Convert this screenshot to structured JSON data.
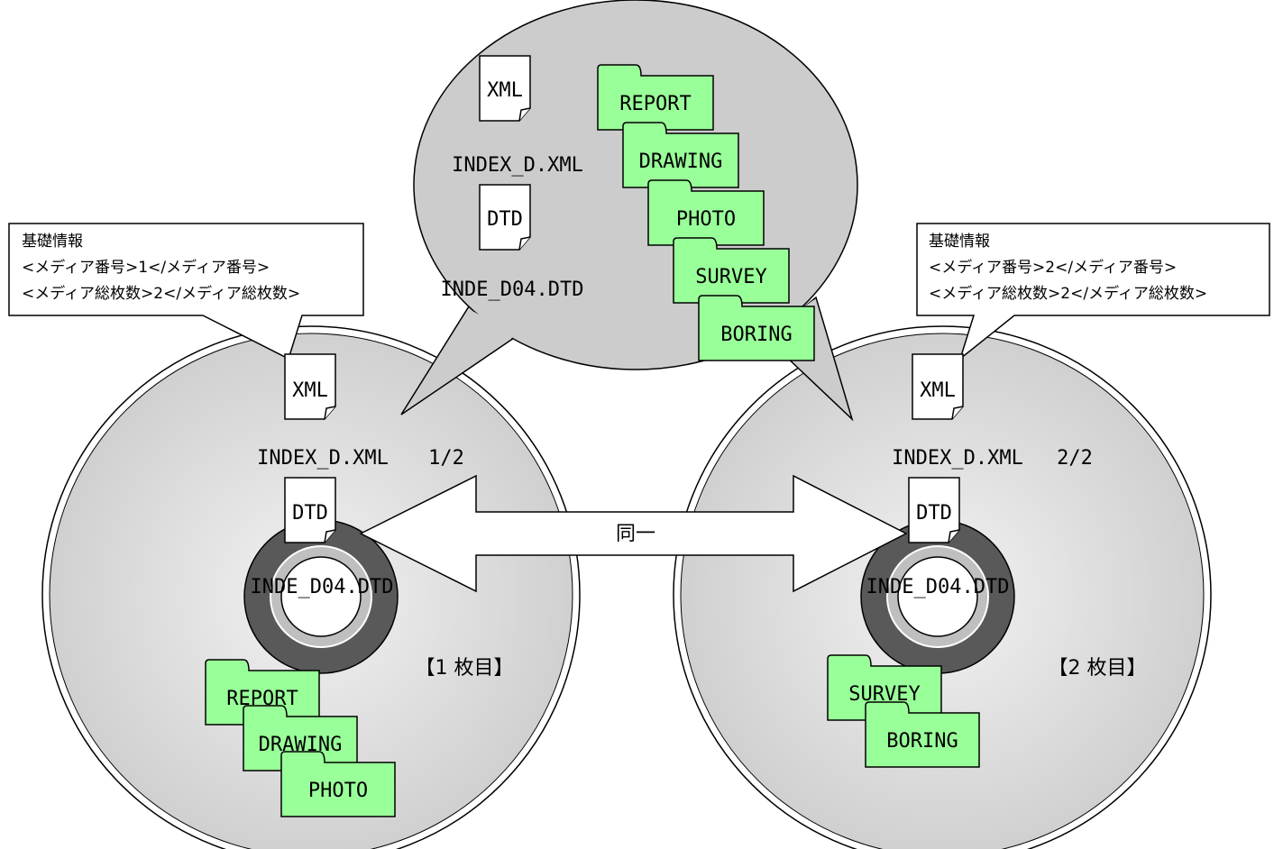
{
  "colors": {
    "folder_fill": "#99ff99",
    "disc_fill": "#d9d9d9",
    "bubble_fill": "#cccccc",
    "hub_ring": "#555555",
    "line": "#000000"
  },
  "bubble": {
    "xml_icon": "XML",
    "xml_name": "INDEX_D.XML",
    "dtd_icon": "DTD",
    "dtd_name": "INDE_D04.DTD",
    "folders": [
      "REPORT",
      "DRAWING",
      "PHOTO",
      "SURVEY",
      "BORING"
    ]
  },
  "disc1": {
    "callout": [
      "基礎情報",
      "<メディア番号>1</メディア番号>",
      "<メディア総枚数>2</メディア総枚数>"
    ],
    "xml_icon": "XML",
    "xml_name": "INDEX_D.XML",
    "fraction": "1/2",
    "dtd_icon": "DTD",
    "dtd_name": "INDE_D04.DTD",
    "label": "【1 枚目】",
    "folders": [
      "REPORT",
      "DRAWING",
      "PHOTO"
    ]
  },
  "disc2": {
    "callout": [
      "基礎情報",
      "<メディア番号>2</メディア番号>",
      "<メディア総枚数>2</メディア総枚数>"
    ],
    "xml_icon": "XML",
    "xml_name": "INDEX_D.XML",
    "fraction": "2/2",
    "dtd_icon": "DTD",
    "dtd_name": "INDE_D04.DTD",
    "label": "【2 枚目】",
    "folders": [
      "SURVEY",
      "BORING"
    ]
  },
  "arrow": {
    "label": "同一"
  }
}
